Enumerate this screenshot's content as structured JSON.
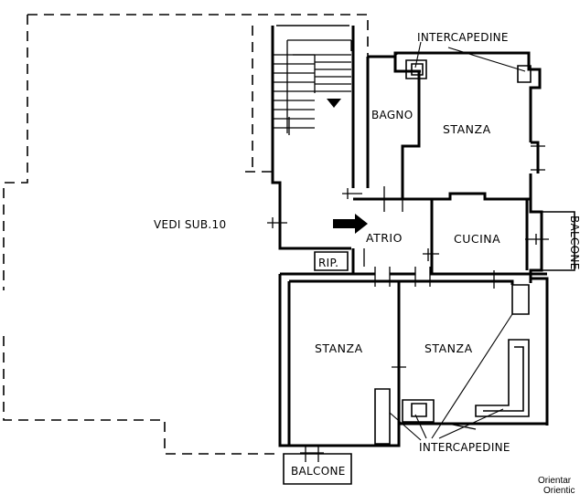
{
  "labels": {
    "vedi": "VEDI SUB.10",
    "intercapedine_top": "INTERCAPEDINE",
    "bagno": "BAGNO",
    "stanza_top": "STANZA",
    "atrio": "ATRIO",
    "cucina": "CUCINA",
    "balcone_right": "BALCONE",
    "rip": "RIP.",
    "stanza_left": "STANZA",
    "stanza_right": "STANZA",
    "intercapedine_bottom": "INTERCAPEDINE",
    "balcone_bottom": "BALCONE",
    "orientation_1": "Orientar",
    "orientation_2": "Orientic"
  },
  "icons": {
    "stair_arrow": "triangle-down-icon",
    "entrance_arrow": "arrow-right-icon"
  }
}
